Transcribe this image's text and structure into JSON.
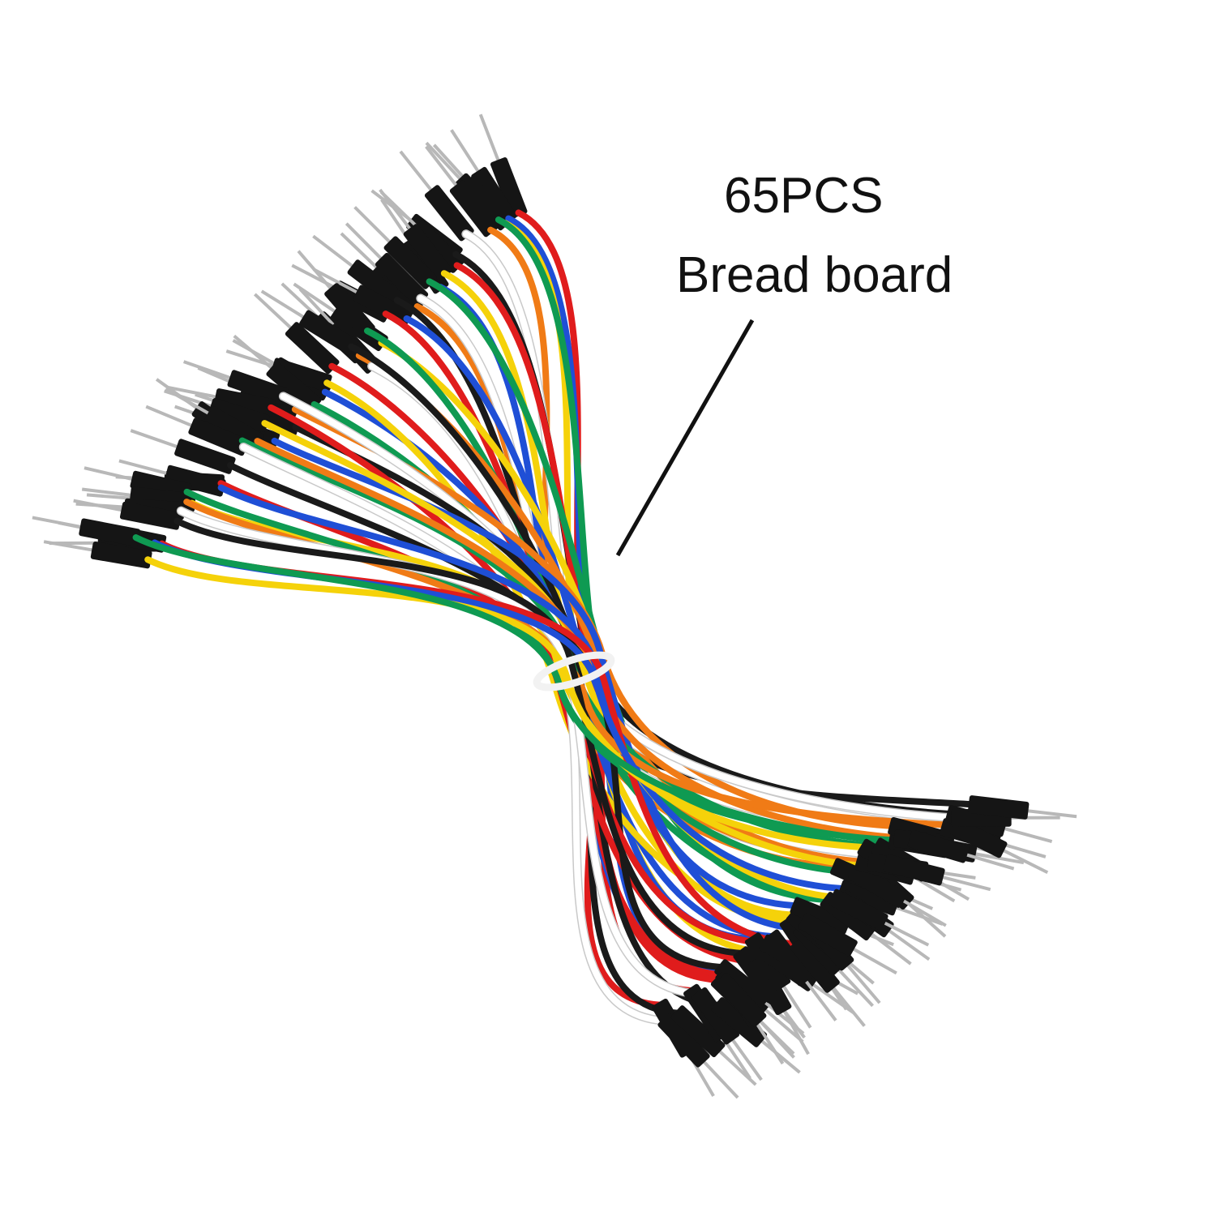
{
  "caption": {
    "count": "65PCS",
    "name": "Bread board"
  },
  "colors": {
    "background": "#ffffff",
    "text": "#111111",
    "connector": "#151515",
    "pin": "#b8b8b8",
    "wires": [
      "#e01c1c",
      "#1f4fd6",
      "#f5d20a",
      "#0f9a52",
      "#f07b16",
      "#ffffff",
      "#1a1a1a"
    ]
  },
  "icons": {
    "product": "jumper-wire-bundle-photo",
    "leader": "callout-line"
  }
}
